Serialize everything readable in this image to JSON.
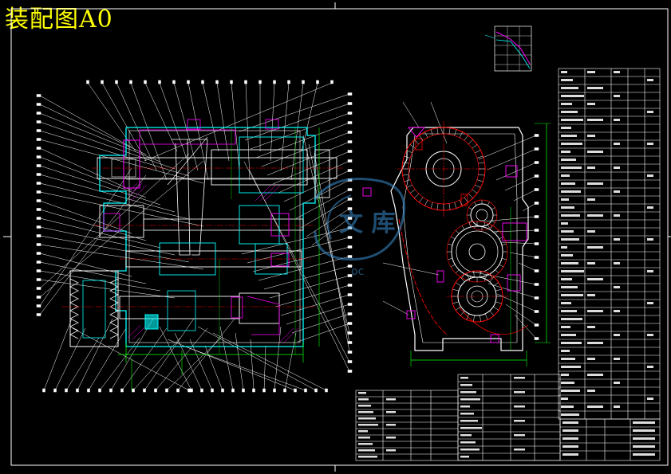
{
  "title": "装配图A0",
  "watermark": {
    "text": "文 库",
    "subtext": "oc"
  },
  "colors": {
    "background": "#000000",
    "title": "#ffff00",
    "outline": "#ffffff",
    "section": "#00ffff",
    "center_line": "#ff0000",
    "dimension": "#00ff00",
    "hatch": "#ff00ff",
    "component": "#00ffff",
    "watermark": "#3a8fd0"
  }
}
